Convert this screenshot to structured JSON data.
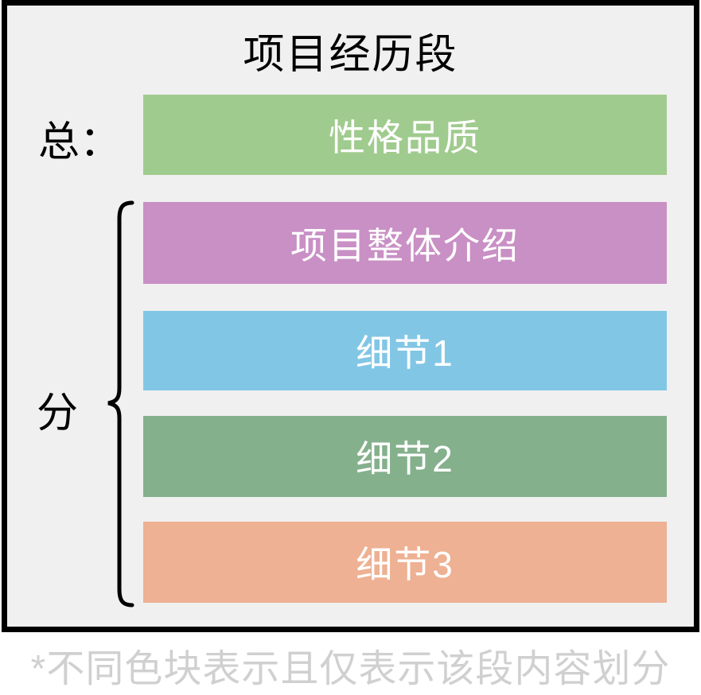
{
  "diagram": {
    "title": "项目经历段",
    "summary_label": "总：",
    "detail_label": "分",
    "bars": [
      {
        "label": "性格品质",
        "color": "#A0CB8E"
      },
      {
        "label": "项目整体介绍",
        "color": "#C990C5"
      },
      {
        "label": "细节1",
        "color": "#82C6E5"
      },
      {
        "label": "细节2",
        "color": "#85B08C"
      },
      {
        "label": "细节3",
        "color": "#EEB193"
      }
    ],
    "footnote": "*不同色块表示且仅表示该段内容划分",
    "colors": {
      "page_background": "#FFFFFF",
      "frame_background": "#F0F0F0",
      "frame_border": "#000000",
      "title_text": "#000000",
      "bar_text": "#FFFFFF",
      "footnote_text": "#D0D0D0",
      "brace_stroke": "#000000"
    }
  }
}
